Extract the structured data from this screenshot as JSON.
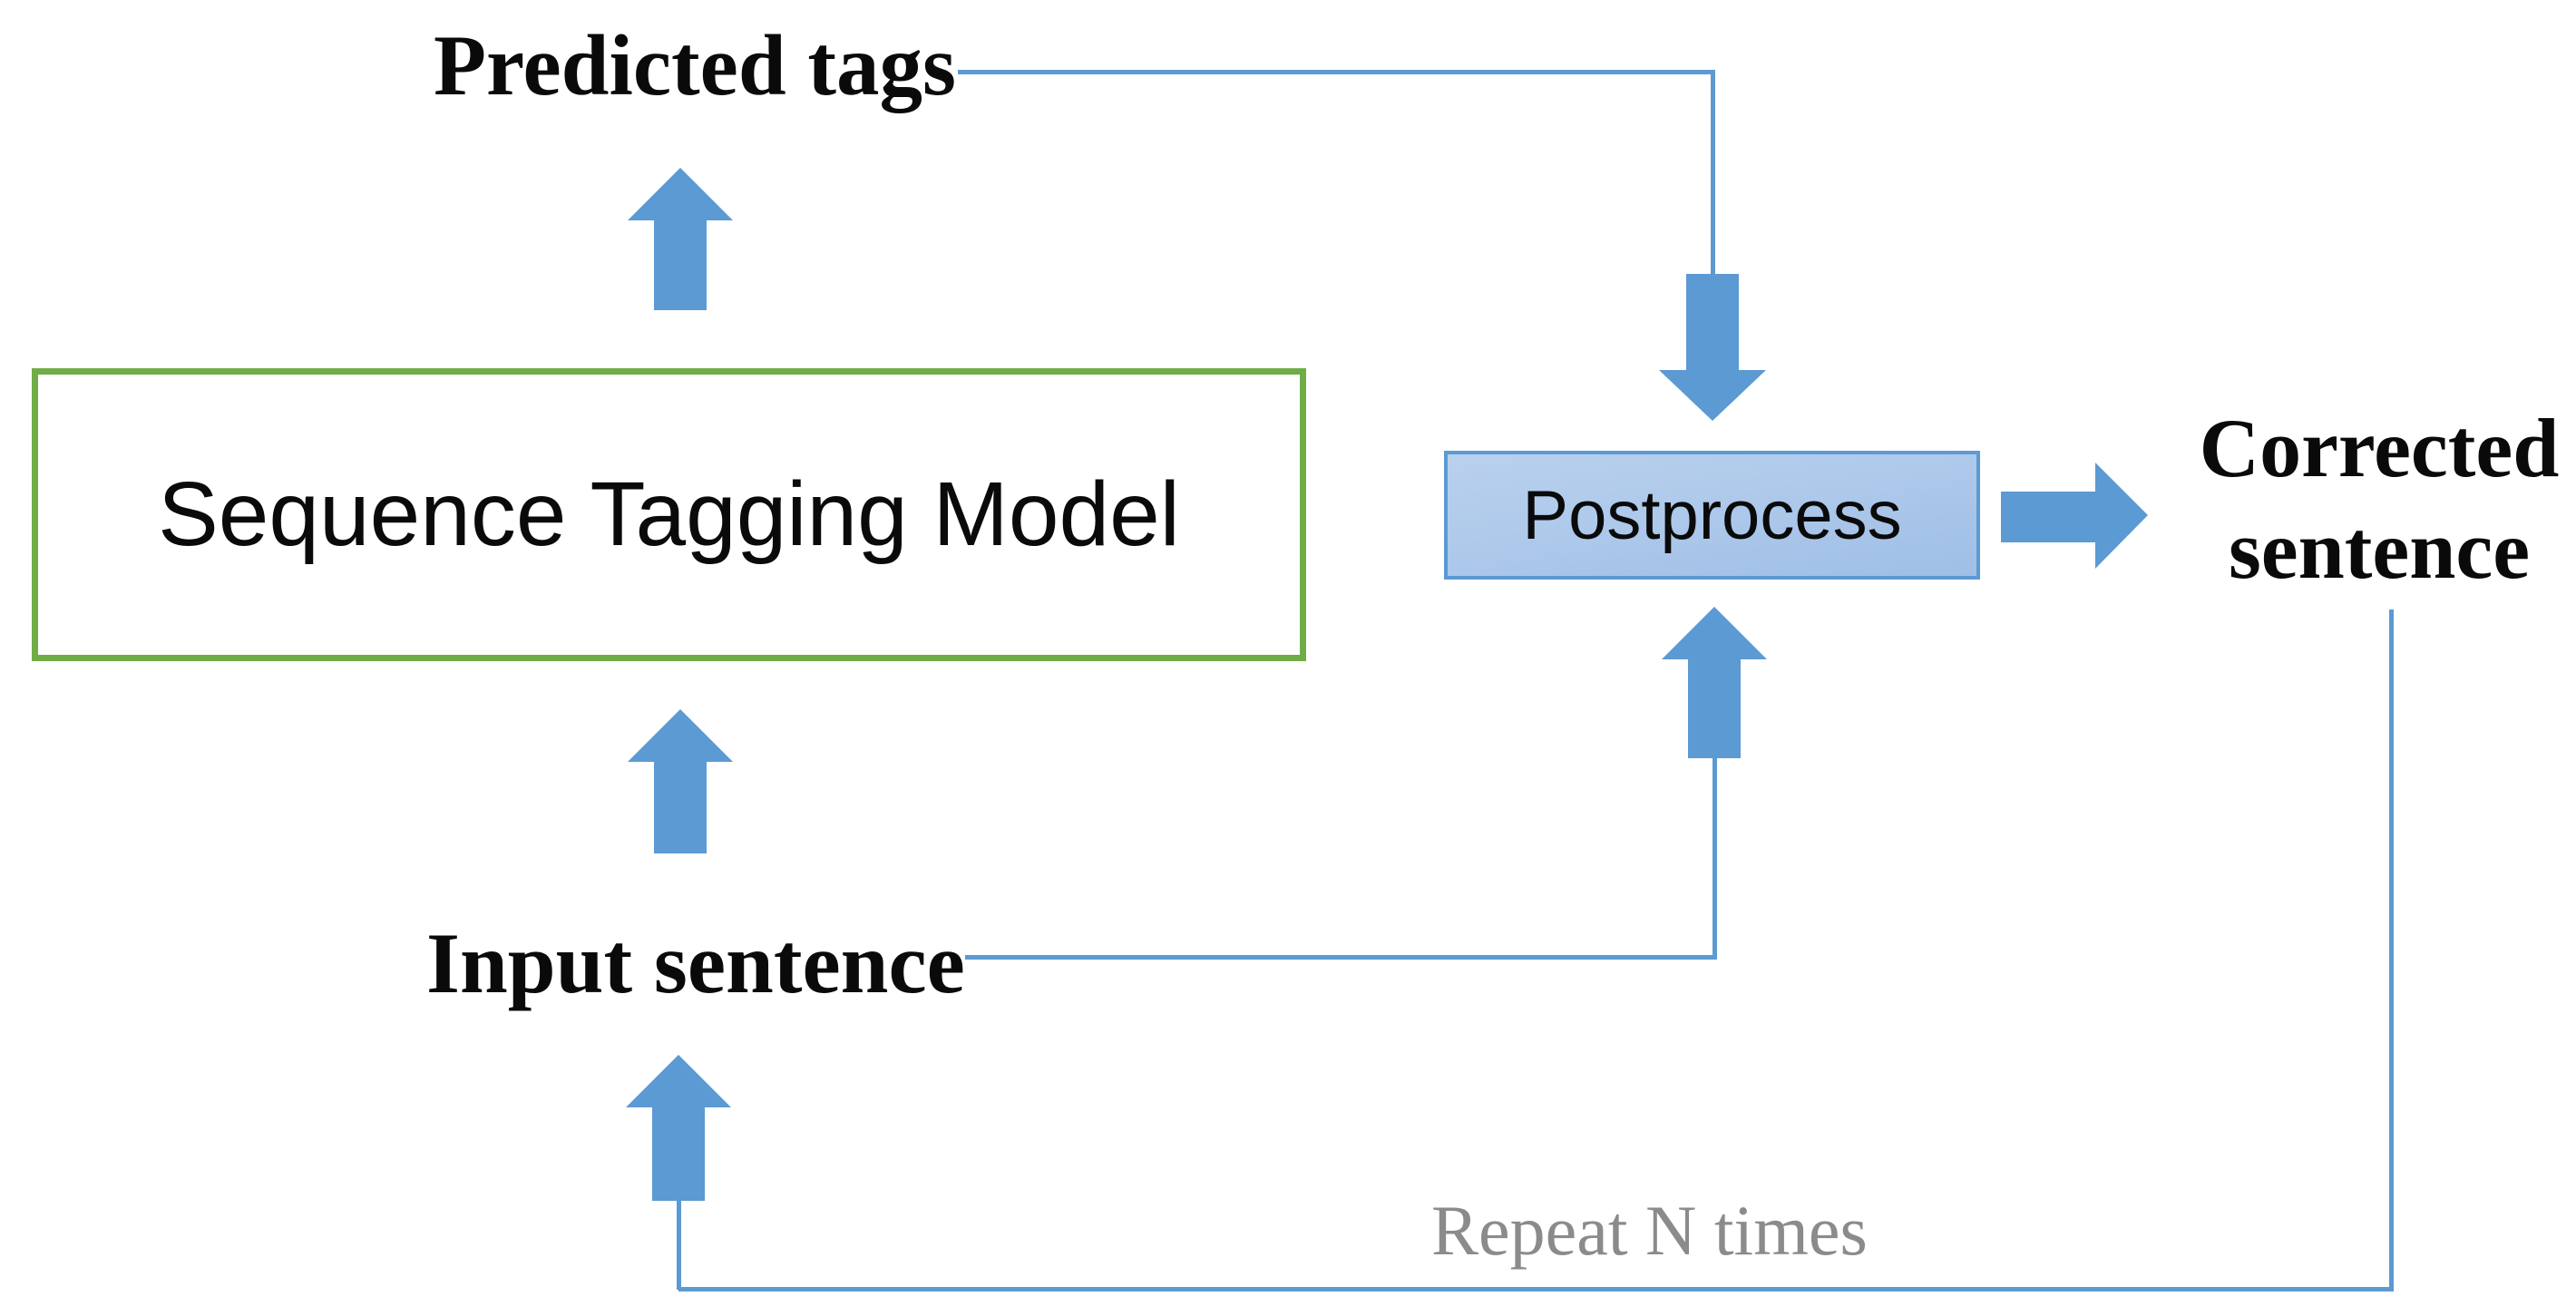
{
  "diagram": {
    "model_box": {
      "label": "Sequence Tagging Model"
    },
    "postprocess_box": {
      "label": "Postprocess"
    },
    "labels": {
      "predicted_tags": "Predicted tags",
      "input_sentence": "Input sentence",
      "corrected_sentence": "Corrected sentence",
      "repeat_note": "Repeat N times"
    },
    "colors": {
      "arrow-blue": "#5b9ad3",
      "green-border": "#70ad47",
      "postprocess-border": "#5b9ad3",
      "postprocess-fill-top": "#bad1ee",
      "postprocess-fill-bottom": "#9fbfe6",
      "note-gray": "#8b8b8b",
      "text-black": "#0a0a0a",
      "background": "#ffffff"
    }
  }
}
